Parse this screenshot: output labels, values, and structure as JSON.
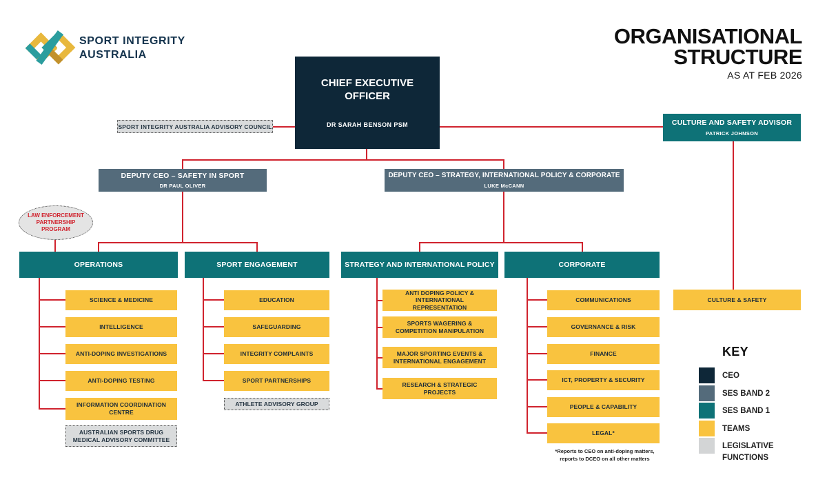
{
  "logo": {
    "line1": "SPORT INTEGRITY",
    "line2": "AUSTRALIA"
  },
  "header": {
    "title_line1": "ORGANISATIONAL",
    "title_line2": "STRUCTURE",
    "as_at": "AS AT FEB 2026"
  },
  "nodes": {
    "ceo": {
      "title": "CHIEF EXECUTIVE OFFICER",
      "name": "DR SARAH BENSON PSM"
    },
    "advisory_council": {
      "label": "SPORT INTEGRITY AUSTRALIA ADVISORY COUNCIL"
    },
    "culture_advisor": {
      "title": "CULTURE AND SAFETY ADVISOR",
      "name": "PATRICK JOHNSON"
    },
    "deputy_safety": {
      "title": "DEPUTY CEO – SAFETY IN SPORT",
      "name": "DR PAUL OLIVER"
    },
    "deputy_strategy": {
      "title": "DEPUTY CEO – STRATEGY, INTERNATIONAL POLICY & CORPORATE",
      "name": "LUKE McCANN"
    },
    "lepp": {
      "label": "LAW ENFORCEMENT PARTNERSHIP PROGRAM"
    },
    "culture_safety_team": {
      "label": "CULTURE & SAFETY"
    }
  },
  "divisions": [
    {
      "label": "OPERATIONS",
      "teams": [
        "SCIENCE & MEDICINE",
        "INTELLIGENCE",
        "ANTI-DOPING INVESTIGATIONS",
        "ANTI-DOPING TESTING",
        "INFORMATION COORDINATION CENTRE"
      ],
      "legislative": "AUSTRALIAN SPORTS DRUG MEDICAL ADVISORY COMMITTEE"
    },
    {
      "label": "SPORT ENGAGEMENT",
      "teams": [
        "EDUCATION",
        "SAFEGUARDING",
        "INTEGRITY COMPLAINTS",
        "SPORT PARTNERSHIPS"
      ],
      "legislative": "ATHLETE ADVISORY GROUP"
    },
    {
      "label": "STRATEGY AND INTERNATIONAL POLICY",
      "teams": [
        "ANTI DOPING POLICY & INTERNATIONAL REPRESENTATION",
        "SPORTS WAGERING & COMPETITION MANIPULATION",
        "MAJOR SPORTING EVENTS & INTERNATIONAL ENGAGEMENT",
        "RESEARCH & STRATEGIC PROJECTS"
      ]
    },
    {
      "label": "CORPORATE",
      "teams": [
        "COMMUNICATIONS",
        "GOVERNANCE & RISK",
        "FINANCE",
        "ICT, PROPERTY & SECURITY",
        "PEOPLE & CAPABILITY",
        "LEGAL*"
      ]
    }
  ],
  "footnote": {
    "line1": "*Reports to CEO on anti-doping matters,",
    "line2": "reports to DCEO on all other matters"
  },
  "key": {
    "title": "KEY",
    "items": [
      {
        "label": "CEO",
        "color": "#0e2738"
      },
      {
        "label": "SES BAND 2",
        "color": "#546b7b"
      },
      {
        "label": "SES BAND 1",
        "color": "#0e7277"
      },
      {
        "label": "TEAMS",
        "color": "#f9c33f"
      },
      {
        "label": "LEGISLATIVE FUNCTIONS",
        "color": "#d3d5d6"
      }
    ]
  },
  "colors": {
    "connector_red": "#d0232e",
    "navy": "#0e2738",
    "slate": "#546b7b",
    "teal": "#0e7277",
    "yellow": "#f9c33f",
    "legislative_gray": "#d9dbdc",
    "lepp_text_red": "#d0232e",
    "logo_teal": "#2b9d9e",
    "logo_gold": "#e8b83d"
  }
}
